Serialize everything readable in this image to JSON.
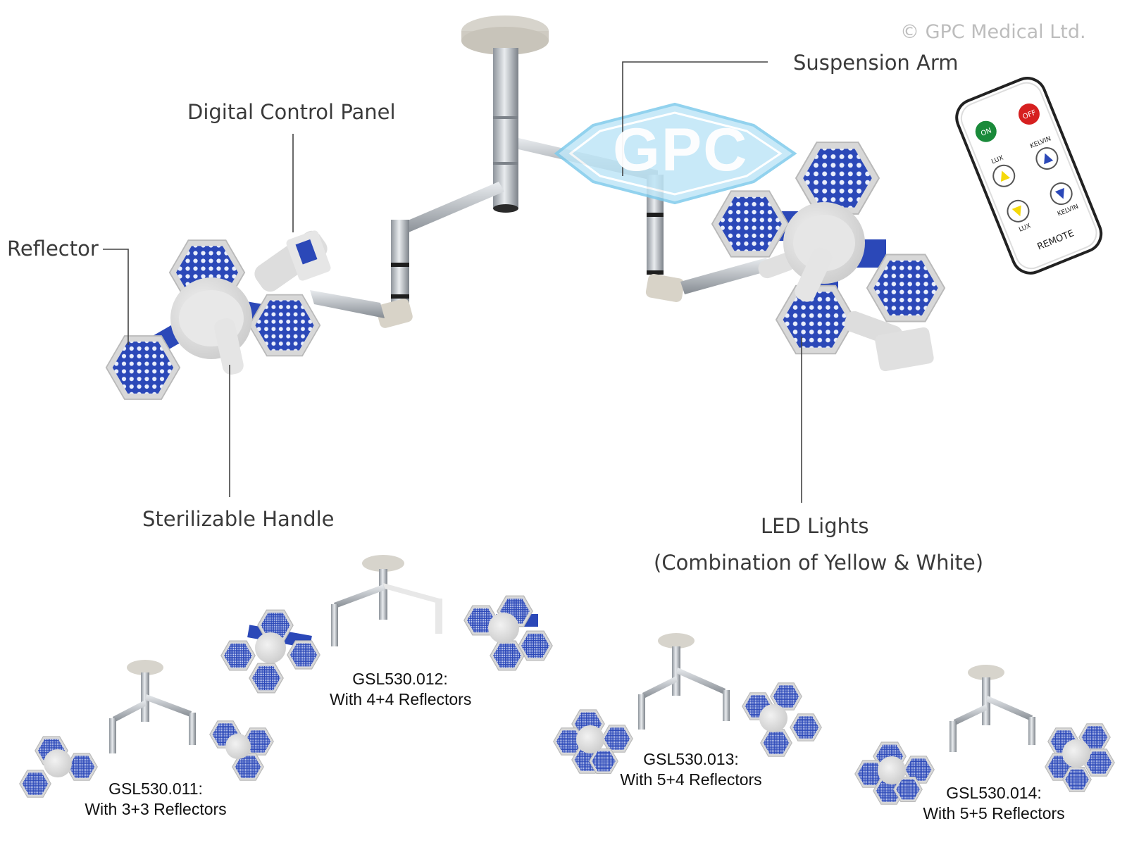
{
  "copyright": "© GPC Medical Ltd.",
  "watermark": "GPC",
  "callouts": {
    "suspension_arm": "Suspension Arm",
    "digital_control_panel": "Digital Control Panel",
    "reflector": "Reflector",
    "sterilizable_handle": "Sterilizable Handle",
    "led_lights": "LED Lights",
    "led_lights_note": "(Combination of Yellow & White)"
  },
  "remote": {
    "on": "ON",
    "off": "OFF",
    "lux_top": "LUX",
    "kelvin_top": "KELVIN",
    "lux_bottom": "LUX",
    "kelvin_bottom": "KELVIN",
    "label": "REMOTE"
  },
  "models": [
    {
      "code": "GSL530.011:",
      "desc": "With 3+3 Reflectors"
    },
    {
      "code": "GSL530.012:",
      "desc": "With 4+4 Reflectors"
    },
    {
      "code": "GSL530.013:",
      "desc": "With 5+4 Reflectors"
    },
    {
      "code": "GSL530.014:",
      "desc": "With 5+5 Reflectors"
    }
  ],
  "colors": {
    "reflector_blue": "#2b48b8",
    "housing_grey": "#dcdcdc",
    "pole_steel": "#b8bcc2",
    "watermark": "#8fd0ef",
    "on_green": "#1a8a3a",
    "off_red": "#d62020"
  },
  "icons": [
    "hexagon-reflector-icon",
    "ceiling-mount-icon",
    "remote-control-icon"
  ]
}
